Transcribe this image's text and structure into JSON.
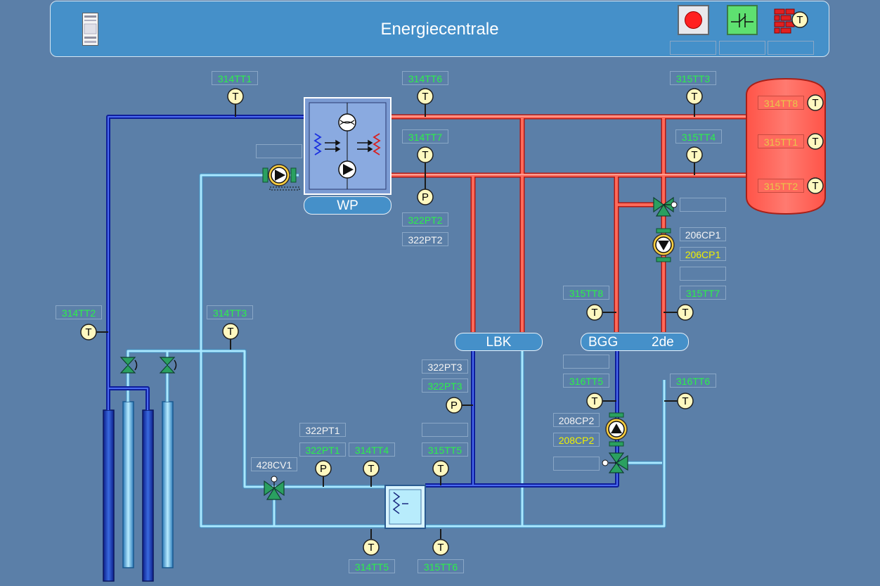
{
  "header": {
    "title": "Energiecentrale"
  },
  "units": {
    "wp": "WP",
    "lbk": "LBK",
    "bgg": "BGG",
    "bgg_2de": "2de"
  },
  "symbols": {
    "temperature": "T",
    "pressure": "P"
  },
  "icons": [
    "cabinet-icon",
    "stop-button-icon",
    "switch-icon",
    "brick-wall-temperature-icon"
  ],
  "colors": {
    "background": "#5b7fa8",
    "supply": "#ff4a38",
    "return_cold": "#1a2fc8",
    "light_pipe": "#9ee0f8",
    "tag_green": "#2cf04a",
    "tag_yellow": "#f0f000",
    "tank": "#ff6a5e"
  },
  "tags": {
    "t314tt1": "314TT1",
    "t314tt6": "314TT6",
    "t314tt7": "314TT7",
    "t315tt3": "315TT3",
    "t315tt4": "315TT4",
    "t314tt8": "314TT8",
    "t315tt1": "315TT1",
    "t315tt2": "315TT2",
    "t322pt2_a": "322PT2",
    "t322pt2_b": "322PT2",
    "t206cp1_a": "206CP1",
    "t206cp1_b": "206CP1",
    "t315tt8": "315TT8",
    "t315tt7": "315TT7",
    "t314tt2": "314TT2",
    "t314tt3": "314TT3",
    "t322pt3_a": "322PT3",
    "t322pt3_b": "322PT3",
    "t316tt5": "316TT5",
    "t316tt6": "316TT6",
    "t208cp2_a": "208CP2",
    "t208cp2_b": "208CP2",
    "t322pt1_a": "322PT1",
    "t322pt1_b": "322PT1",
    "t314tt4": "314TT4",
    "t315tt5": "315TT5",
    "t428cv1": "428CV1",
    "t314tt5": "314TT5",
    "t315tt6": "315TT6"
  }
}
